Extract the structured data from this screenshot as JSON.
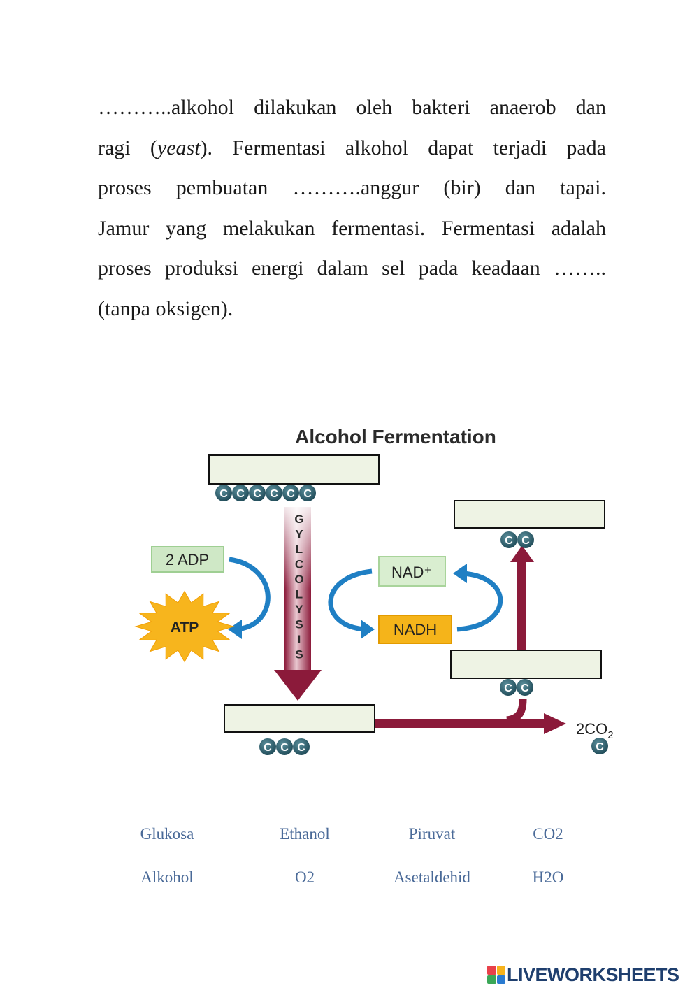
{
  "paragraph": {
    "line1": "………..alkohol dilakukan oleh bakteri anaerob dan",
    "line2_a": "ragi (",
    "line2_italic": "yeast",
    "line2_b": "). Fermentasi alkohol dapat terjadi pada",
    "line3": "proses pembuatan ……….anggur (bir) dan tapai.",
    "line4": "Jamur yang melakukan fermentasi. Fermentasi adalah",
    "line5": "proses produksi energi dalam sel pada  keadaan  ……..",
    "line6": "(tanpa oksigen)."
  },
  "diagram": {
    "title": "Alcohol Fermentation",
    "glycolysis_label": "GYLCOLYSIS",
    "adp_label": "2 ADP",
    "atp_label": "ATP",
    "nad_label": "NAD⁺",
    "nadh_label": "NADH",
    "co2_label": "2CO",
    "co2_subscript": "2",
    "carbon_letter": "C",
    "colors": {
      "arrow_red": "#8b1a3a",
      "arrow_blue": "#1f7fc4",
      "carbon_ball": "#2b5f6e",
      "adp_box": "#cfe8c6",
      "nad_box": "#d9eed0",
      "nadh_box": "#f5b41a",
      "atp_star": "#f7b51d"
    }
  },
  "word_bank": {
    "row1": [
      "Glukosa",
      "Ethanol",
      "Piruvat",
      "CO2"
    ],
    "row2": [
      "Alkohol",
      "O2",
      "Asetaldehid",
      "H2O"
    ]
  },
  "logo": {
    "text": "LIVEWORKSHEETS"
  }
}
